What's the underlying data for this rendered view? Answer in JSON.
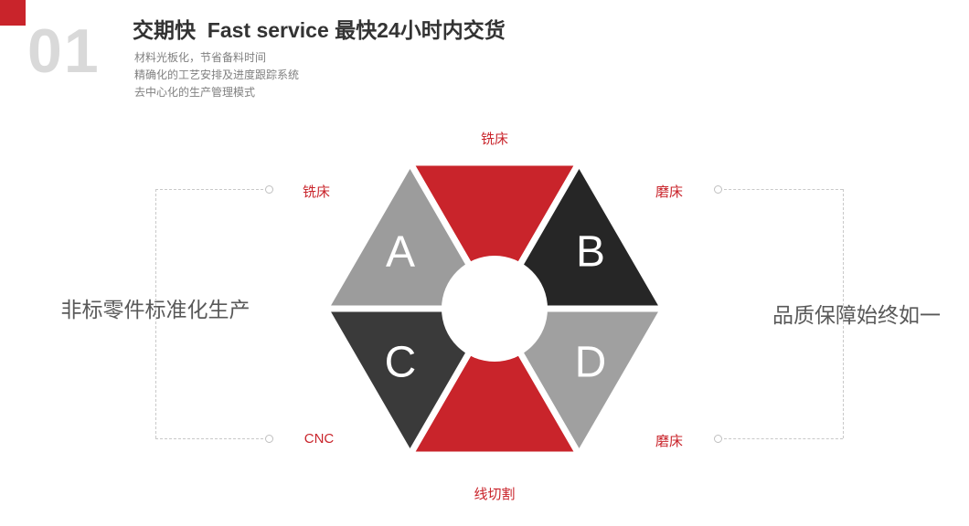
{
  "header": {
    "index_number": "01",
    "title": "交期快  Fast service 最快24小时内交货",
    "bullets": [
      "材料光板化，节省备料时间",
      "精确化的工艺安排及进度跟踪系统",
      "去中心化的生产管理模式"
    ]
  },
  "colors": {
    "accent_red": "#c9242b",
    "number_gray": "#d9d9d9",
    "connector_gray": "#c9c9c9",
    "side_label_gray": "#595959"
  },
  "diagram": {
    "segments": [
      {
        "position": "top",
        "letter": "",
        "color": "#c9242b"
      },
      {
        "position": "upper-right",
        "letter": "B",
        "color": "#262626"
      },
      {
        "position": "lower-right",
        "letter": "D",
        "color": "#a0a0a0"
      },
      {
        "position": "bottom",
        "letter": "",
        "color": "#c9242b"
      },
      {
        "position": "lower-left",
        "letter": "C",
        "color": "#3a3a3a"
      },
      {
        "position": "upper-left",
        "letter": "A",
        "color": "#9c9c9c"
      }
    ],
    "labels": {
      "top": "铣床",
      "bottom": "线切割",
      "left_top": "铣床",
      "left_bottom": "CNC",
      "right_top": "磨床",
      "right_bottom": "磨床"
    }
  },
  "side_labels": {
    "left": "非标零件标准化生产",
    "right": "品质保障始终如一"
  }
}
